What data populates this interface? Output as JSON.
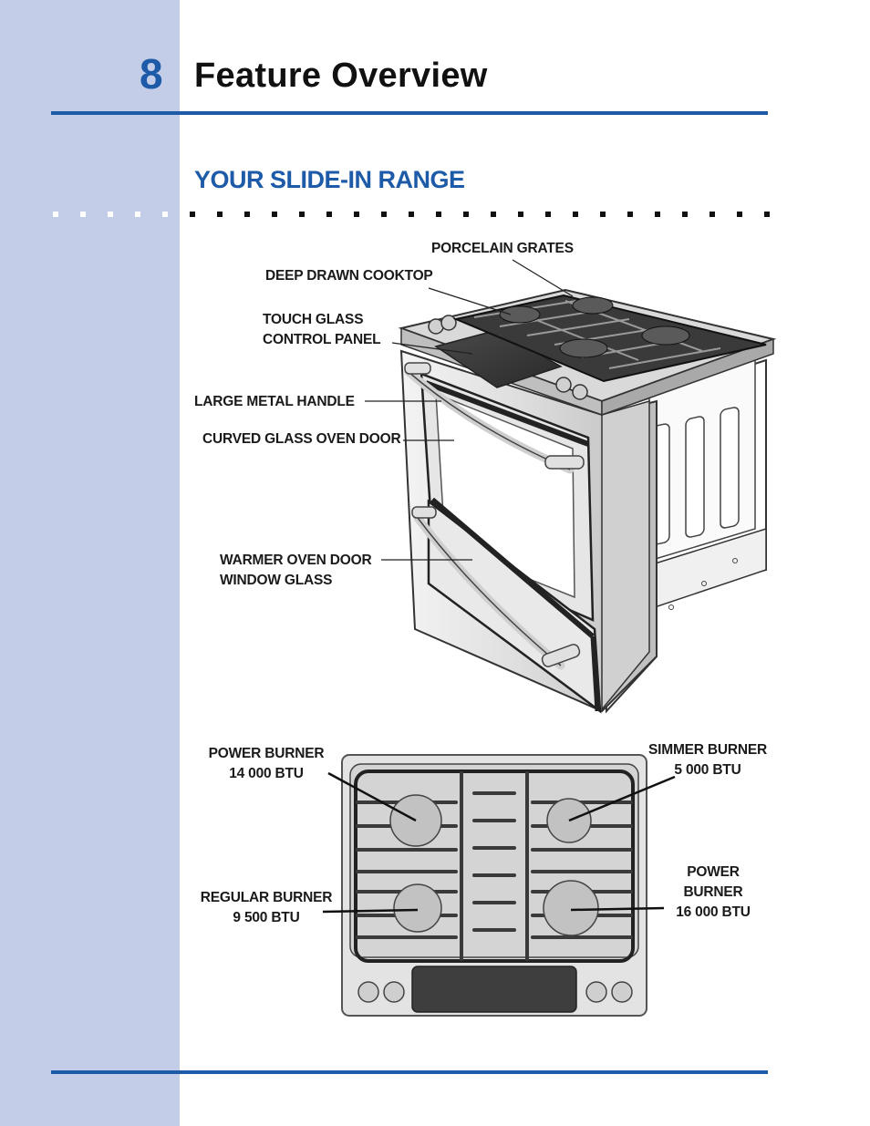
{
  "page": {
    "number": "8",
    "title": "Feature Overview",
    "accent_color": "#1d5aa8",
    "band_color": "#c3cde8"
  },
  "section": {
    "heading": "YOUR SLIDE-IN RANGE"
  },
  "range_callouts": {
    "porcelain_grates": "PORCELAIN GRATES",
    "deep_drawn_cooktop": "DEEP DRAWN COOKTOP",
    "touch_glass_line1": "TOUCH GLASS",
    "touch_glass_line2": "CONTROL PANEL",
    "large_metal_handle": "LARGE METAL HANDLE",
    "curved_glass_door": "CURVED GLASS OVEN DOOR",
    "warmer_line1": "WARMER OVEN DOOR",
    "warmer_line2": "WINDOW GLASS"
  },
  "cooktop_callouts": {
    "power_burner_left_line1": "POWER BURNER",
    "power_burner_left_line2": "14 000 BTU",
    "simmer_burner_line1": "SIMMER BURNER",
    "simmer_burner_line2": "5 000 BTU",
    "power_burner_right_line1": "POWER",
    "power_burner_right_line2": "BURNER",
    "power_burner_right_line3": "16 000 BTU",
    "regular_burner_line1": "REGULAR BURNER",
    "regular_burner_line2": "9 500 BTU"
  }
}
